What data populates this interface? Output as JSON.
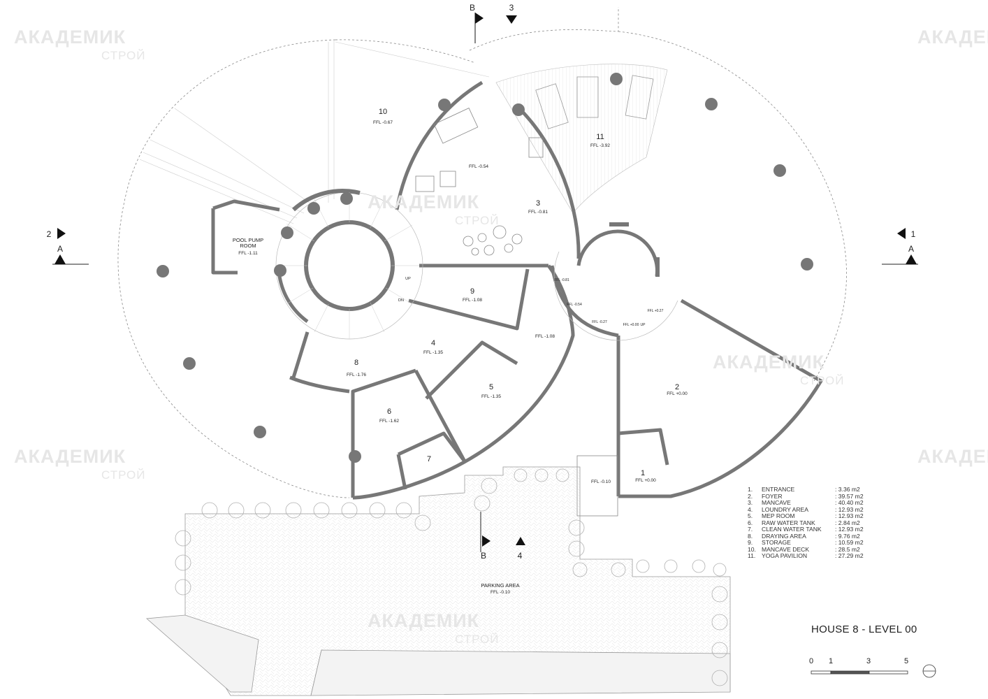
{
  "watermark": {
    "line1": "АКАДЕМИК",
    "line2": "СТРОЙ"
  },
  "drawing_title": "HOUSE 8 - LEVEL 00",
  "section_markers": {
    "b": "B",
    "three": "3",
    "two": "2",
    "one": "1",
    "a": "A",
    "four": "4"
  },
  "rooms": [
    {
      "num": "10",
      "ffl": "FFL -0.67"
    },
    {
      "num": "3",
      "ffl": "FFL -0.81"
    },
    {
      "num": "9",
      "ffl": "FFL -1.08"
    },
    {
      "num": "4",
      "ffl": "FFL -1.35"
    },
    {
      "num": "5",
      "ffl": "FFL -1.35"
    },
    {
      "num": "6",
      "ffl": "FFL -1.62"
    },
    {
      "num": "7",
      "ffl": ""
    },
    {
      "num": "8",
      "ffl": "FFL -1.76"
    },
    {
      "num": "11",
      "ffl": "FFL -3.92"
    },
    {
      "num": "2",
      "ffl": "FFL +0.00"
    },
    {
      "num": "1",
      "ffl": "FFL +0.00"
    }
  ],
  "pool_pump_room": {
    "line1": "POOL PUMP",
    "line2": "ROOM",
    "ffl": "FFL -1.11"
  },
  "misc_labels": {
    "ffl_054": "FFL -0.54",
    "ffl_108b": "FFL -1.08",
    "ffl_010_entry": "FFL -0.10",
    "up": "UP",
    "dn": "DN"
  },
  "stair_labels": {
    "s1": "FFL -0.81",
    "s2": "FFL -0.54",
    "s3": "FFL -0.27",
    "s4": "FFL +0.00",
    "s5": "FFL +0.27",
    "s6": "UP"
  },
  "parking": {
    "label": "PARKING AREA",
    "ffl": "FFL -0.10"
  },
  "legend": [
    {
      "n": "1.",
      "name": "ENTRANCE",
      "area": ": 3.36  m2"
    },
    {
      "n": "2.",
      "name": "FOYER",
      "area": ": 39.57   m2"
    },
    {
      "n": "3.",
      "name": "MANCAVE",
      "area": ": 40.40  m2"
    },
    {
      "n": "4.",
      "name": "LOUNDRY AREA",
      "area": ": 12.93  m2"
    },
    {
      "n": "5.",
      "name": "MEP ROOM",
      "area": ": 12.93  m2"
    },
    {
      "n": "6.",
      "name": "RAW WATER TANK",
      "area": ": 2.84    m2"
    },
    {
      "n": "7.",
      "name": "CLEAN WATER TANK",
      "area": ": 12.93  m2"
    },
    {
      "n": "8.",
      "name": "DRAYING AREA",
      "area": ": 9.76    m2"
    },
    {
      "n": "9.",
      "name": "STORAGE",
      "area": ": 10.59  m2"
    },
    {
      "n": "10.",
      "name": "MANCAVE DECK",
      "area": ": 28.5  m2"
    },
    {
      "n": "11.",
      "name": "YOGA PAVILION",
      "area": ": 27.29  m2"
    }
  ],
  "scale_bar": {
    "t0": "0",
    "t1": "1",
    "t3": "3",
    "t5": "5"
  }
}
